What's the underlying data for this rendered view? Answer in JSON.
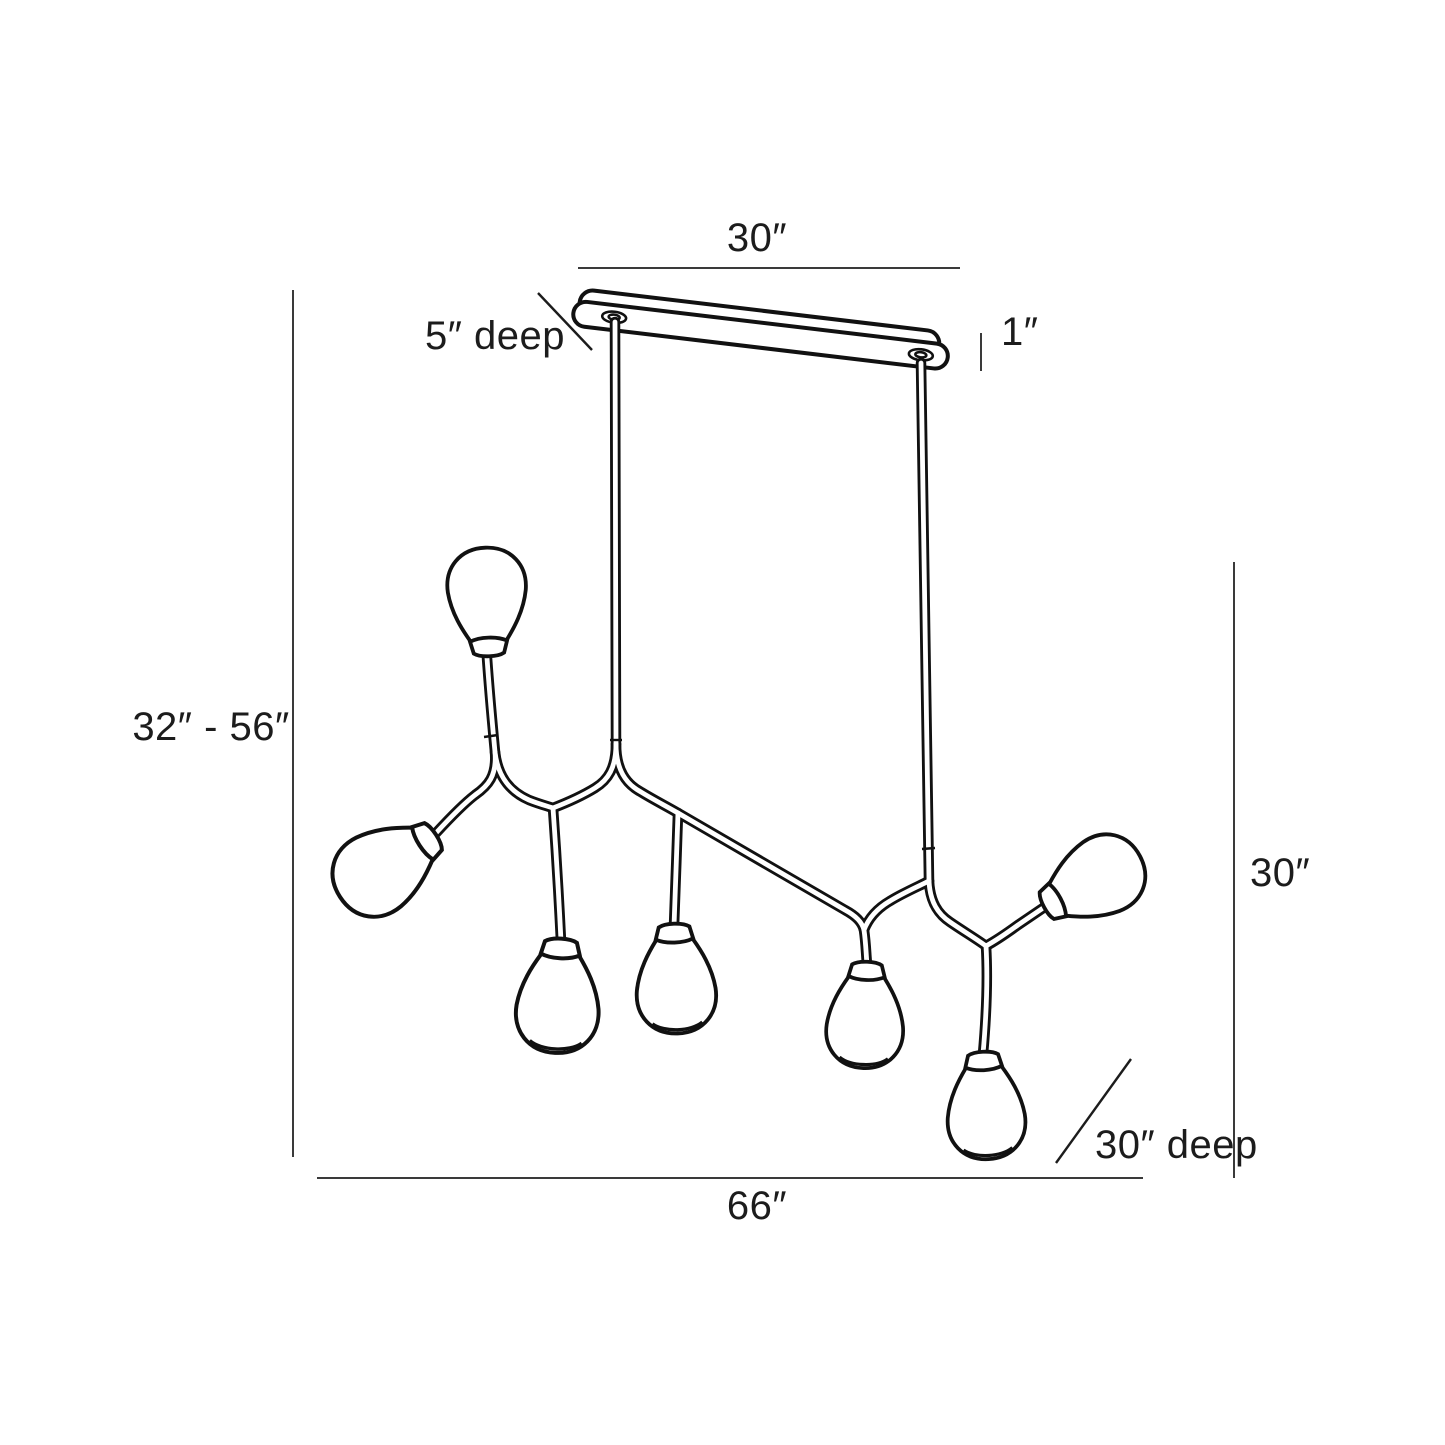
{
  "diagram": {
    "kind": "product-dimension-line-drawing",
    "subject": "branching multi-globe linear chandelier",
    "shade_count": 7,
    "colors": {
      "background": "#ffffff",
      "fixture_line": "#111111",
      "dimension_line": "#3a3a3a",
      "text": "#1c1c1c"
    },
    "labels": {
      "canopy_width": "30″",
      "canopy_depth": "5″ deep",
      "canopy_thickness": "1″",
      "overall_height_range": "32″ - 56″",
      "fixture_height": "30″",
      "fixture_depth": "30″ deep",
      "fixture_width": "66″"
    }
  }
}
